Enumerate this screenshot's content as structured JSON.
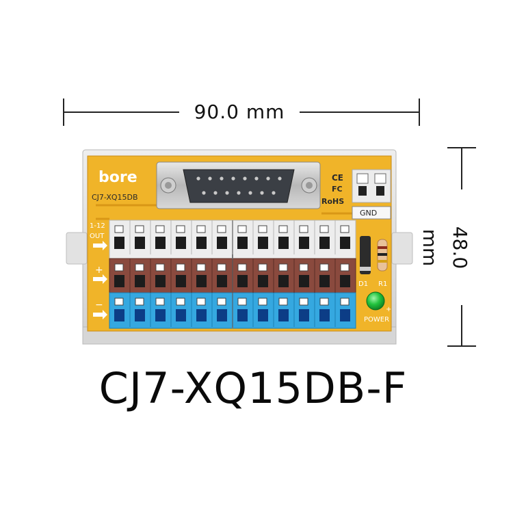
{
  "dimensions": {
    "width_label": "90.0 mm",
    "height_label": "48.0 mm"
  },
  "board": {
    "brand": "bore",
    "model_silk": "CJ7-XQ15DB",
    "ce_mark": "CE",
    "fc_mark": "FC",
    "rohs_mark": "RoHS",
    "gnd_label": "GND",
    "row_out_label": "1-12",
    "row_out_label2": "OUT",
    "row_plus_label": "+",
    "row_minus_label": "−",
    "diode_label": "D1",
    "resistor_label": "R1",
    "power_label": "POWER",
    "led_plus": "+"
  },
  "product_name": "CJ7-XQ15DB-F",
  "colors": {
    "pcb": "#f0b429",
    "rail": "#dcdcdc",
    "terminal_white": "#ededed",
    "terminal_brown": "#8a4a3e",
    "terminal_blue": "#35a8e0",
    "led_green": "#1fb83a"
  }
}
